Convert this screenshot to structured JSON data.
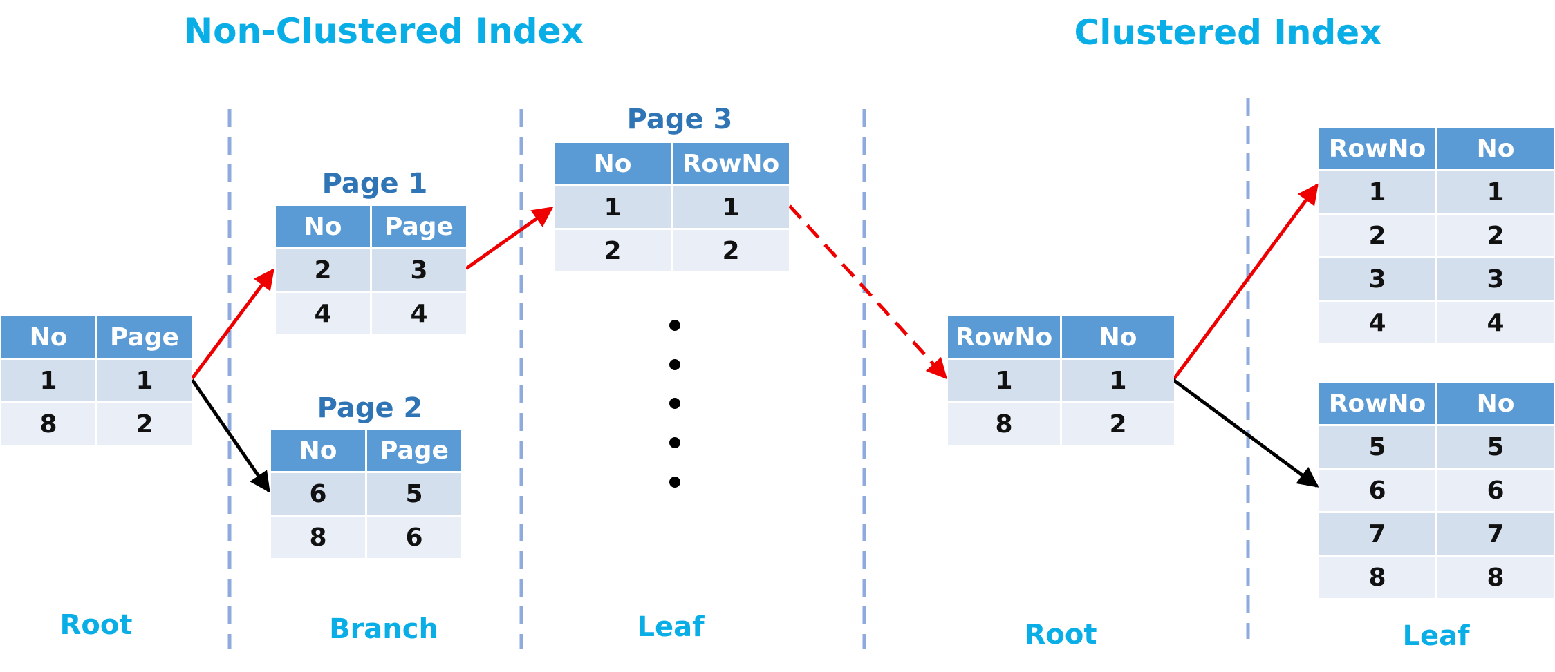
{
  "titles": {
    "non_clustered": "Non-Clustered Index",
    "clustered": "Clustered Index"
  },
  "levels": {
    "nc_root": "Root",
    "nc_branch": "Branch",
    "nc_leaf": "Leaf",
    "c_root": "Root",
    "c_leaf": "Leaf"
  },
  "pages": {
    "page1": "Page 1",
    "page2": "Page 2",
    "page3": "Page 3"
  },
  "tables": {
    "nc_root": {
      "headers": [
        "No",
        "Page"
      ],
      "rows": [
        [
          "1",
          "1"
        ],
        [
          "8",
          "2"
        ]
      ]
    },
    "page1": {
      "headers": [
        "No",
        "Page"
      ],
      "rows": [
        [
          "2",
          "3"
        ],
        [
          "4",
          "4"
        ]
      ]
    },
    "page2": {
      "headers": [
        "No",
        "Page"
      ],
      "rows": [
        [
          "6",
          "5"
        ],
        [
          "8",
          "6"
        ]
      ]
    },
    "page3": {
      "headers": [
        "No",
        "RowNo"
      ],
      "rows": [
        [
          "1",
          "1"
        ],
        [
          "2",
          "2"
        ]
      ]
    },
    "c_root": {
      "headers": [
        "RowNo",
        "No"
      ],
      "rows": [
        [
          "1",
          "1"
        ],
        [
          "8",
          "2"
        ]
      ]
    },
    "c_leaf1": {
      "headers": [
        "RowNo",
        "No"
      ],
      "rows": [
        [
          "1",
          "1"
        ],
        [
          "2",
          "2"
        ],
        [
          "3",
          "3"
        ],
        [
          "4",
          "4"
        ]
      ]
    },
    "c_leaf2": {
      "headers": [
        "RowNo",
        "No"
      ],
      "rows": [
        [
          "5",
          "5"
        ],
        [
          "6",
          "6"
        ],
        [
          "7",
          "7"
        ],
        [
          "8",
          "8"
        ]
      ]
    }
  },
  "colors": {
    "header": "#5b9bd5",
    "row_odd": "#d4dfee",
    "row_even": "#e9eef7",
    "title": "#0aaee6",
    "caption": "#2f74b5",
    "divider": "#8faadc",
    "arrow_highlight": "#ee0000",
    "arrow_normal": "#000000"
  }
}
